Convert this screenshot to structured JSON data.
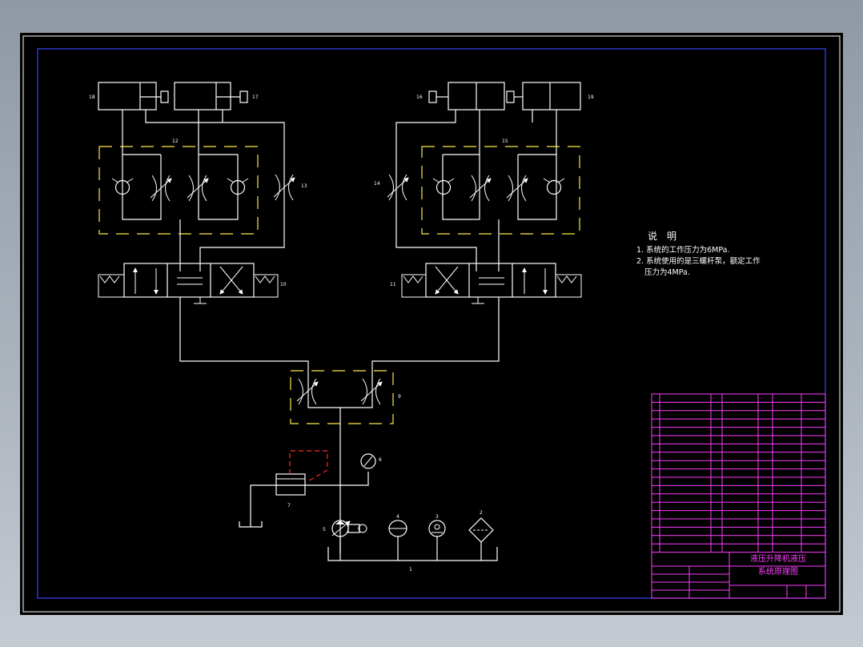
{
  "notes": {
    "heading": "说　明",
    "lines": [
      "1. 系统的工作压力为6MPa.",
      "2. 系统使用的是三螺杆泵，额定工作",
      "压力为4MPa."
    ]
  },
  "labels": {
    "c16": "16",
    "c17": "17",
    "c15": "15",
    "c18": "18",
    "c19": "19",
    "v12": "12",
    "v13": "13",
    "v14": "14",
    "v15": "15",
    "d10": "10",
    "d11": "11",
    "t9": "9",
    "relief": "7",
    "gauge": "6",
    "pump": "5",
    "acc": "4",
    "p3": "3",
    "filter": "2",
    "tank": "1"
  },
  "title_block": {
    "title_line1": "液压升降机液压",
    "title_line2": "系统原理图"
  }
}
